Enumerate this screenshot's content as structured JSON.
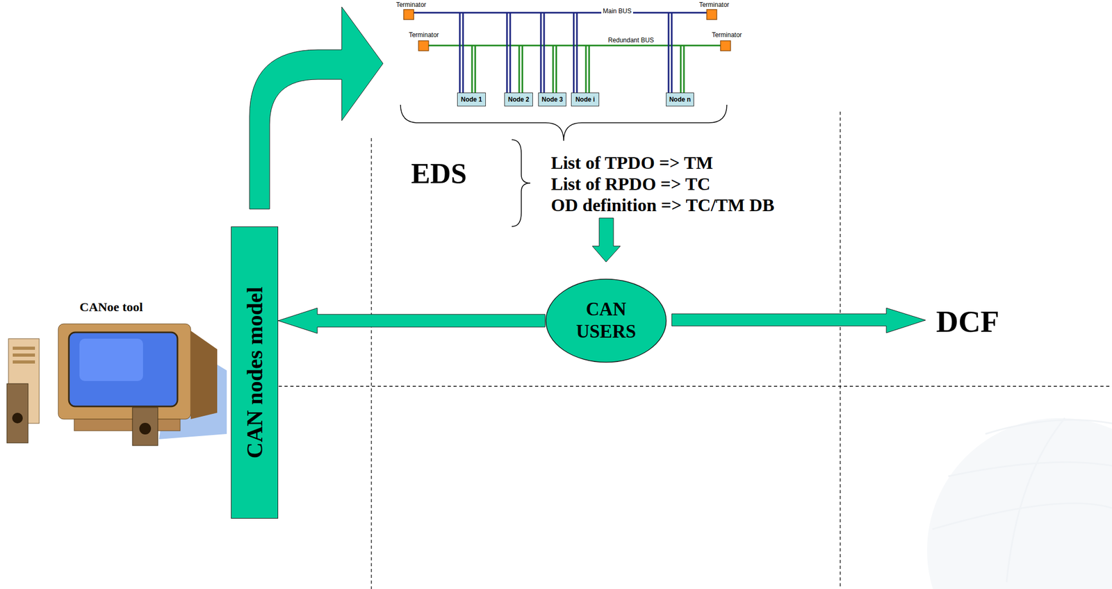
{
  "diagram": {
    "nodes": [
      {
        "text": [
          "Node 1"
        ]
      },
      {
        "text": [
          "Node 2"
        ]
      },
      {
        "text": [
          "Node 3"
        ]
      },
      {
        "text": [
          "Node i"
        ]
      },
      {
        "text": [
          "Node n"
        ]
      },
      {
        "text": [
          "CAN nodes model"
        ]
      },
      {
        "text": [
          "CAN USERS"
        ]
      }
    ],
    "edges": [
      {
        "from": 6,
        "to": 5,
        "arrow": "to"
      }
    ],
    "labels": [
      "Terminator",
      "Terminator",
      "Main BUS",
      "Terminator",
      "Terminator",
      "Redundant BUS",
      "EDS",
      "List of TPDO => TM",
      "List of RPDO => TC",
      "OD definition => TC/TM DB",
      "CANoe tool",
      "DCF"
    ]
  }
}
